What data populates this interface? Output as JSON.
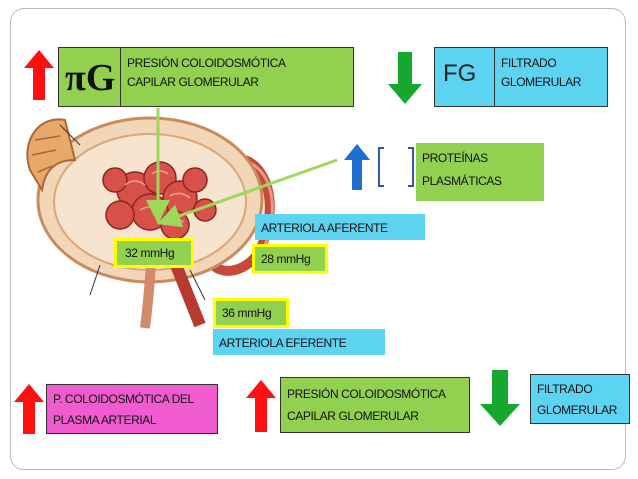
{
  "top_left": {
    "symbol": "πG",
    "label_line1": "PRESIÓN COLOIDOSMÓTICA",
    "label_line2": "CAPILAR GLOMERULAR"
  },
  "top_right": {
    "symbol": "FG",
    "label_line1": "FILTRADO",
    "label_line2": "GLOMERULAR"
  },
  "proteins": {
    "label_line1": "PROTEÍNAS",
    "label_line2": "PLASMÁTICAS"
  },
  "labels": {
    "afferent": "ARTERIOLA AFERENTE",
    "efferent": "ARTERIOLA EFERENTE",
    "p32": "32 mmHg",
    "p28": "28 mmHg",
    "p36": "36 mmHg"
  },
  "bottom": {
    "plasma_line1": "P. COLOIDOSMÓTICA DEL",
    "plasma_line2": "PLASMA ARTERIAL",
    "capillary_line1": "PRESIÓN COLOIDOSMÓTICA",
    "capillary_line2": "CAPILAR GLOMERULAR",
    "filtrate_line1": "FILTRADO",
    "filtrate_line2": "GLOMERULAR"
  },
  "colors": {
    "up_arrow": "#ff1010",
    "down_arrow": "#16a82e",
    "blue_arrow": "#1e6fd0",
    "green_box": "#92d050",
    "cyan_box": "#5bd3f1",
    "pink_box": "#f05bd0",
    "highlight": "#ffff00"
  }
}
